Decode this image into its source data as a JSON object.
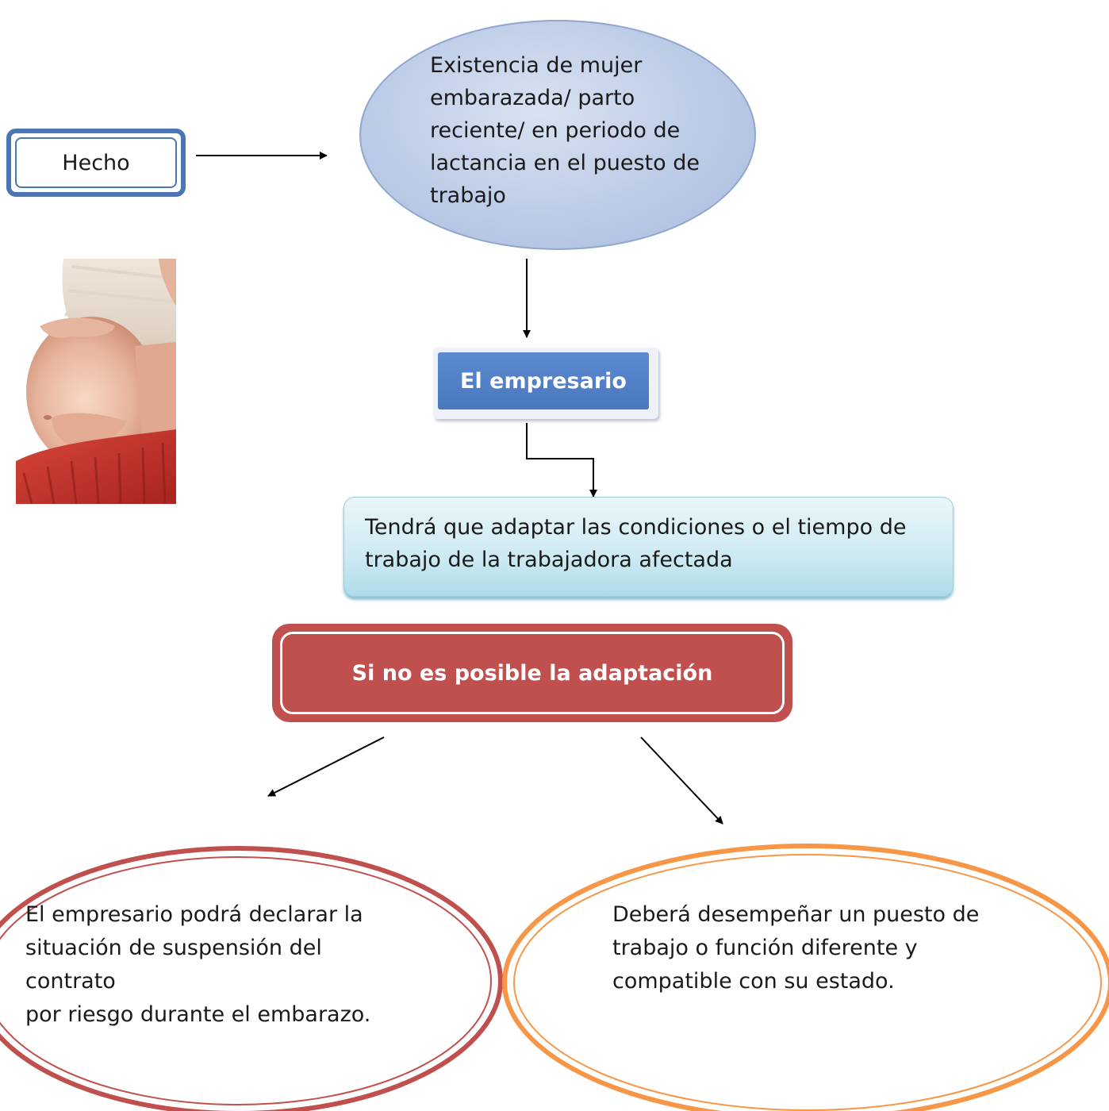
{
  "hecho": {
    "label": "Hecho"
  },
  "fact": {
    "text_lines": [
      "Existencia de mujer",
      "embarazada/ parto",
      "reciente/ en periodo de",
      "lactancia en el puesto de",
      "trabajo"
    ]
  },
  "empresario": {
    "label": "El empresario"
  },
  "adapt": {
    "text_lines": [
      "Tendrá que adaptar las condiciones o el tiempo de",
      "trabajo de la trabajadora afectada"
    ]
  },
  "condition": {
    "label": "Si no es posible la adaptación"
  },
  "outcome_left": {
    "text_lines": [
      "El empresario podrá declarar la",
      "situación de suspensión del contrato",
      "por riesgo durante el embarazo."
    ]
  },
  "outcome_right": {
    "text_lines": [
      "Deberá desempeñar un puesto de",
      "trabajo o función diferente y",
      "compatible con su estado."
    ]
  },
  "colors": {
    "blue": "#4a77b4",
    "ellipse_blue": "#bccbe6",
    "teal_light": "#cdeaf2",
    "red": "#c0504d",
    "orange": "#f79646",
    "line": "#000000"
  },
  "photo": {
    "icon": "pregnant-woman-photo"
  }
}
